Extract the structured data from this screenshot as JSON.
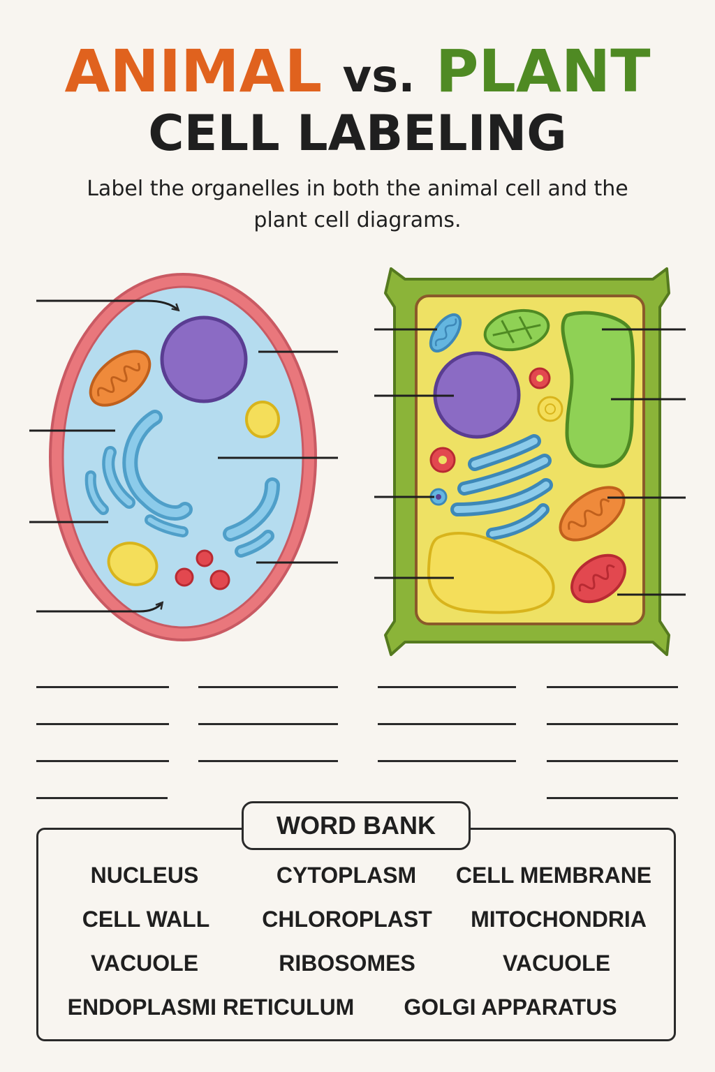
{
  "title": {
    "animal": "ANIMAL",
    "vs": "vs.",
    "plant": "PLANT",
    "line2": "CELL LABELING"
  },
  "instructions": {
    "line1": "Label the organelles in both the animal cell and the",
    "line2": "plant cell diagrams."
  },
  "word_bank": {
    "title": "WORD BANK",
    "words": [
      "NUCLEUS",
      "CYTOPLASM",
      "CELL MEMBRANE",
      "CELL WALL",
      "CHLOROPLAST",
      "MITOCHONDRIA",
      "VACUOLE",
      "RIBOSOMES",
      "VACUOLE",
      "ENDOPLASMI RETICULUM",
      "GOLGI APPARATUS"
    ]
  },
  "colors": {
    "animal_title": "#e0621e",
    "plant_title": "#4f8a23",
    "animal_membrane": "#e9777c",
    "animal_cytoplasm": "#b5dcef",
    "plant_wall": "#8bb439",
    "plant_cytoplasm": "#eee164",
    "nucleus": "#8b6bc4",
    "mitochondria": "#ef8a3b",
    "chloroplast": "#8fd155",
    "vacuole": "#f4de5a",
    "ribosome": "#e2484f",
    "er_golgi": "#64b6e0"
  }
}
